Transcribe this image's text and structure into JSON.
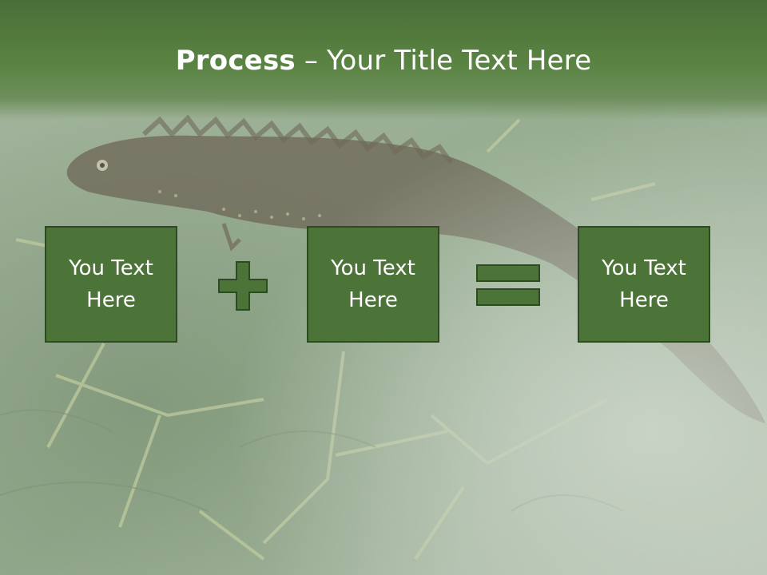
{
  "slide": {
    "title_bold": "Process",
    "title_rest": " – Your Title Text Here"
  },
  "boxes": [
    {
      "text": "You Text Here"
    },
    {
      "text": "You Text Here"
    },
    {
      "text": "You Text Here"
    }
  ],
  "icons": {
    "op1": "plus-icon",
    "op2": "equals-icon"
  },
  "colors": {
    "header_green": "#5a8443",
    "box_fill": "#4d7438",
    "box_border": "#2e4a22",
    "title_text": "#ffffff"
  }
}
